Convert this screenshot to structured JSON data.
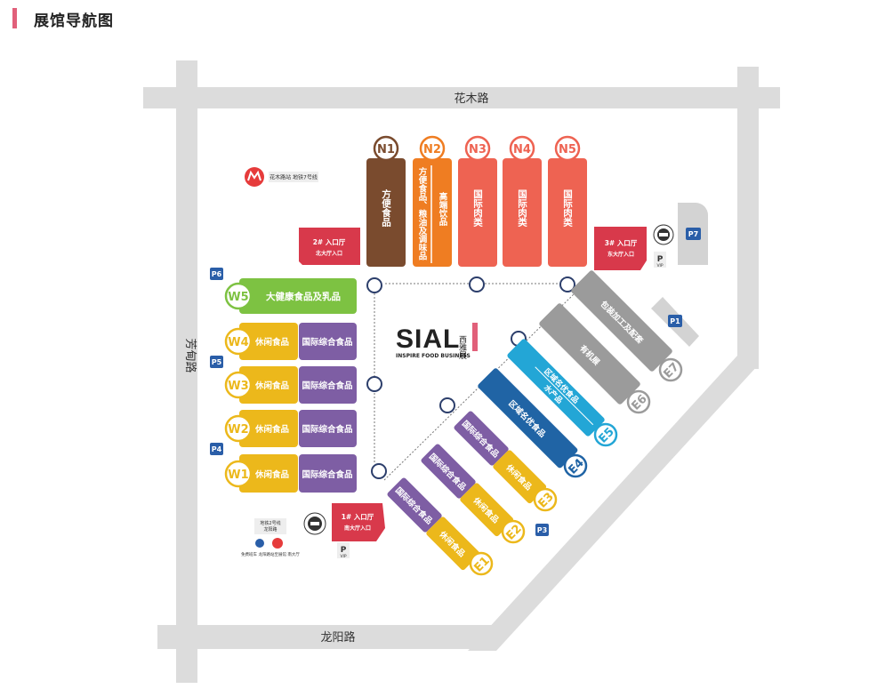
{
  "page": {
    "title": "展馆导航图"
  },
  "roads": {
    "north": "花木路",
    "west": "芳甸路",
    "south": "龙阳路"
  },
  "colors": {
    "brown": "#7a4b2e",
    "orange": "#ef7d22",
    "red": "#ee6352",
    "green": "#7dc242",
    "yellow": "#ecb81b",
    "purple": "#7e5ea4",
    "blue": "#2064a5",
    "cyan": "#23a6d6",
    "gray": "#9b9b9b",
    "entrance": "#d8394b",
    "road": "#dcdcdc",
    "pblue": "#2a5ea8"
  },
  "halls_north": [
    {
      "id": "N1",
      "label": "方便食品",
      "color": "brown"
    },
    {
      "id": "N2",
      "label": "方便食品、粮油及调味品",
      "label2": "高端饮品",
      "color": "orange"
    },
    {
      "id": "N3",
      "label": "国际肉类",
      "color": "red"
    },
    {
      "id": "N4",
      "label": "国际肉类",
      "color": "red"
    },
    {
      "id": "N5",
      "label": "国际肉类",
      "color": "red"
    }
  ],
  "halls_west": [
    {
      "id": "W5",
      "label": "大健康食品及乳品"
    },
    {
      "id": "W4",
      "label_a": "休闲食品",
      "label_b": "国际综合食品"
    },
    {
      "id": "W3",
      "label_a": "休闲食品",
      "label_b": "国际综合食品"
    },
    {
      "id": "W2",
      "label_a": "休闲食品",
      "label_b": "国际综合食品"
    },
    {
      "id": "W1",
      "label_a": "休闲食品",
      "label_b": "国际综合食品"
    }
  ],
  "halls_east": [
    {
      "id": "E1",
      "label_a": "国际综合食品",
      "label_b": "休闲食品"
    },
    {
      "id": "E2",
      "label_a": "国际综合食品",
      "label_b": "休闲食品"
    },
    {
      "id": "E3",
      "label_a": "国际综合食品",
      "label_b": "休闲食品"
    },
    {
      "id": "E4",
      "label": "区域名优食品"
    },
    {
      "id": "E5",
      "label_a": "区域名优食品",
      "label_b": "水产品"
    },
    {
      "id": "E6",
      "label": "有机展"
    },
    {
      "id": "E7",
      "label": "包装加工及配套"
    }
  ],
  "entrances": [
    {
      "title": "2# 入口厅",
      "sub": "北大厅入口"
    },
    {
      "title": "3# 入口厅",
      "sub": "东大厅入口"
    },
    {
      "title": "1# 入口厅",
      "sub": "南大厅入口"
    }
  ],
  "parking": [
    "P6",
    "P5",
    "P4",
    "P7",
    "P1",
    "P3"
  ],
  "vip": "VIP",
  "metro_north": "花木路站 地铁7号线",
  "metro_south_a": "地铁2号线",
  "metro_south_b": "龙阳路",
  "metro_south_c": "免费班车 龙阳路站至展馆 南大厅",
  "logo": {
    "brand": "SIAL",
    "cn": "西雅展",
    "tagline": "INSPIRE FOOD BUSINESS"
  }
}
